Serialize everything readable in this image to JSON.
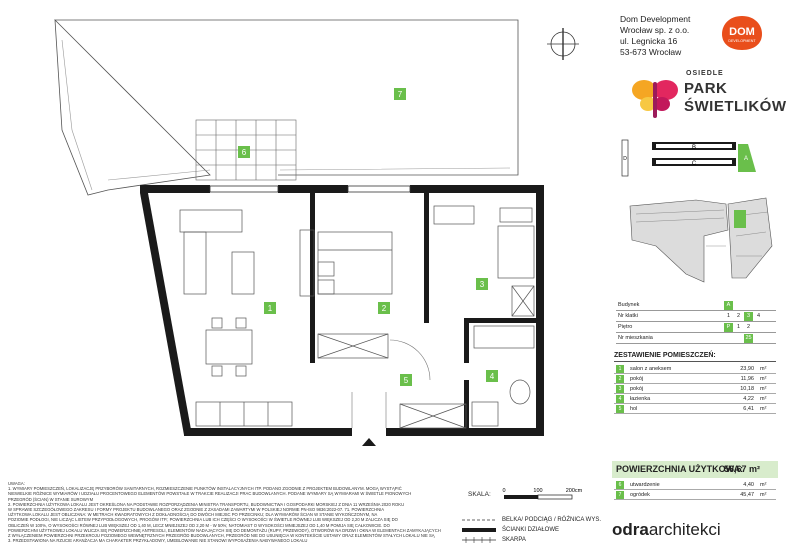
{
  "company": {
    "name": "Dom Development",
    "line2": "Wrocław sp. z o.o.",
    "street": "ul. Legnicka 16",
    "city": "53-673 Wrocław"
  },
  "dom_logo": {
    "word": "DOM",
    "sub": "DEVELOPMENT",
    "color": "#e94e1b"
  },
  "estate": {
    "osiedle": "OSIEDLE",
    "name1": "PARK",
    "name2": "ŚWIETLIKÓW"
  },
  "site_key": {
    "a": "A",
    "b": "B",
    "c": "C",
    "d": "D"
  },
  "info": {
    "rows": [
      {
        "label": "Budynek",
        "cells": [
          "A"
        ],
        "active": [
          0
        ]
      },
      {
        "label": "Nr klatki",
        "cells": [
          "1",
          "2",
          "3",
          "4"
        ],
        "active": [
          2
        ]
      },
      {
        "label": "Piętro",
        "cells": [
          "P",
          "1",
          "2"
        ],
        "active": [
          0
        ]
      },
      {
        "label": "Nr mieszkania",
        "cells": [
          "",
          "",
          "",
          "25"
        ],
        "active": [
          3
        ]
      }
    ]
  },
  "rooms": {
    "title": "ZESTAWIENIE POMIESZCZEŃ:",
    "items": [
      {
        "num": "1",
        "name": "salon z aneksem",
        "area": "23,90",
        "unit": "m²"
      },
      {
        "num": "2",
        "name": "pokój",
        "area": "11,96",
        "unit": "m²"
      },
      {
        "num": "3",
        "name": "pokój",
        "area": "10,18",
        "unit": "m²"
      },
      {
        "num": "4",
        "name": "łazienka",
        "area": "4,22",
        "unit": "m²"
      },
      {
        "num": "5",
        "name": "hol",
        "area": "6,41",
        "unit": "m²"
      }
    ],
    "extra": [
      {
        "num": "6",
        "name": "utwardzenie",
        "area": "4,40",
        "unit": "m²"
      },
      {
        "num": "7",
        "name": "ogródek",
        "area": "45,47",
        "unit": "m²"
      }
    ]
  },
  "total": {
    "label": "POWIERZCHNIA UŻYTKOWA:",
    "value": "56,67 m²"
  },
  "plan_labels": [
    "1",
    "2",
    "3",
    "4",
    "5",
    "6",
    "7"
  ],
  "notes": [
    "UWAGA:",
    "1. WYMIARY POMIESZCZEŃ, LOKALIZACJĘ PRZYBORÓW SANITARNYCH, ROZMIESZCZENIE PUNKTÓW INSTALACYJNYCH ITP. PODANO ZGODNIE Z PROJEKTEM BUDOWLANYM. MOGĄ WYSTĄPIĆ",
    "NIEWIELKIE RÓŻNICE WYMIARÓW I UDZIAŁU PROCENTOWEGO ELEMENTÓW POWSTAŁE W TRAKCIE REALIZACJI PRAC BUDOWLANYCH. PODANE WYMIARY SĄ WYMIARAMI W ŚWIETLE PIONOWYCH",
    "PRZEGRÓD (ŚCIAN) W STANIE SUROWYM",
    "2. POWIERZCHNIA UŻYTKOWA LOKALU JEST OKREŚLONA NA PODSTAWIE ROZPORZĄDZENIA MINISTRA TRANSPORTU, BUDOWNICTWA I GOSPODARKI MORSKIEJ Z DNIA 11 WRZEŚNIA 2020 ROKU",
    "W SPRAWIE SZCZEGÓŁOWEGO ZAKRESU I FORMY PROJEKTU BUDOWLANEGO ORAZ ZGODNIE Z ZASADAMI ZAWARTYMI W POLSKIEJ NORMIE PN-ISO 9836:2022-07. 71. POWIERZCHNIA",
    "UŻYTKOWA LOKALU JEST OBLICZANA: W METRACH KWADRATOWYCH Z DOKŁADNOŚCIĄ DO DWÓCH MIEJSC PO PRZECINKU; DLA WYMIARÓW ŚCIAN W STANIE WYKOŃCZONYM, NA",
    "POZIOMIE PODŁOGI, NIE LICZĄC LISTEW PRZYPODŁOGOWYCH, PROGÓW ITP.; POWIERZCHNIA LUB ICH CZĘŚCI O WYSOKOŚCI W ŚWIETLE RÓWNEJ LUB WIĘKSZEJ OD 2,20 M ZALICZA SIĘ DO",
    "OBLICZEŃ W 100%, O WYSOKOŚCI RÓWNEJ LUB WIĘKSZEJ OD 1,40 M, LECZ MNIEJSZEJ OD 2,20 M - W 50%; NATOMIAST O WYSOKOŚCI MNIEJSZEJ OD 1,40 M POMIJA SIĘ CAŁKOWICIE. DO",
    "POWIERZCHNI UŻYTKOWEJ LOKALU WLICZA SIĘ POWIERZCHNIĘ ANTRESOLI, ELEMENTÓW NADAJĄCYCH SIĘ DO DEMONTAŻU (RUPY, PRZEWODY), OTWORÓW NA DRZWI I OKNA W ELEMENTACH ZAMYKAJĄCYCH",
    "Z WYŁĄCZENIEM POWIERZCHNI PRZEKROJU POZIOMEGO WEWNĘTRZNYCH PRZEGRÓD BUDOWLANYCH, PRZEGRÓD NIE DO USUNIĘCIA W KONTEKŚCIE USTAWY ORAZ ELEMENTÓW STAŁYCH LOKALU NIE SĄ",
    "3. PRZEDSTAWIONA NA RZUCIE ARANŻACJA MA CHARAKTER PRZYKŁADOWY, UMEBLOWANIE NIE STANOWI WYPOSAŻENIA NABYWANEGO LOKALU"
  ],
  "scale": {
    "label": "SKALA:",
    "t0": "0",
    "t1": "100",
    "t2": "200cm"
  },
  "legend": {
    "beam": "BELKA/ PODCIĄG / RÓŻNICA WYS.",
    "partition": "ŚCIANKI DZIAŁOWE",
    "slope": "SKARPA"
  },
  "architect": {
    "bold": "odra",
    "rest": "architekci"
  },
  "colors": {
    "green": "#6abf4b",
    "green_light": "#d8eccc",
    "wall": "#1a1a1a",
    "dom_orange": "#e94e1b"
  }
}
